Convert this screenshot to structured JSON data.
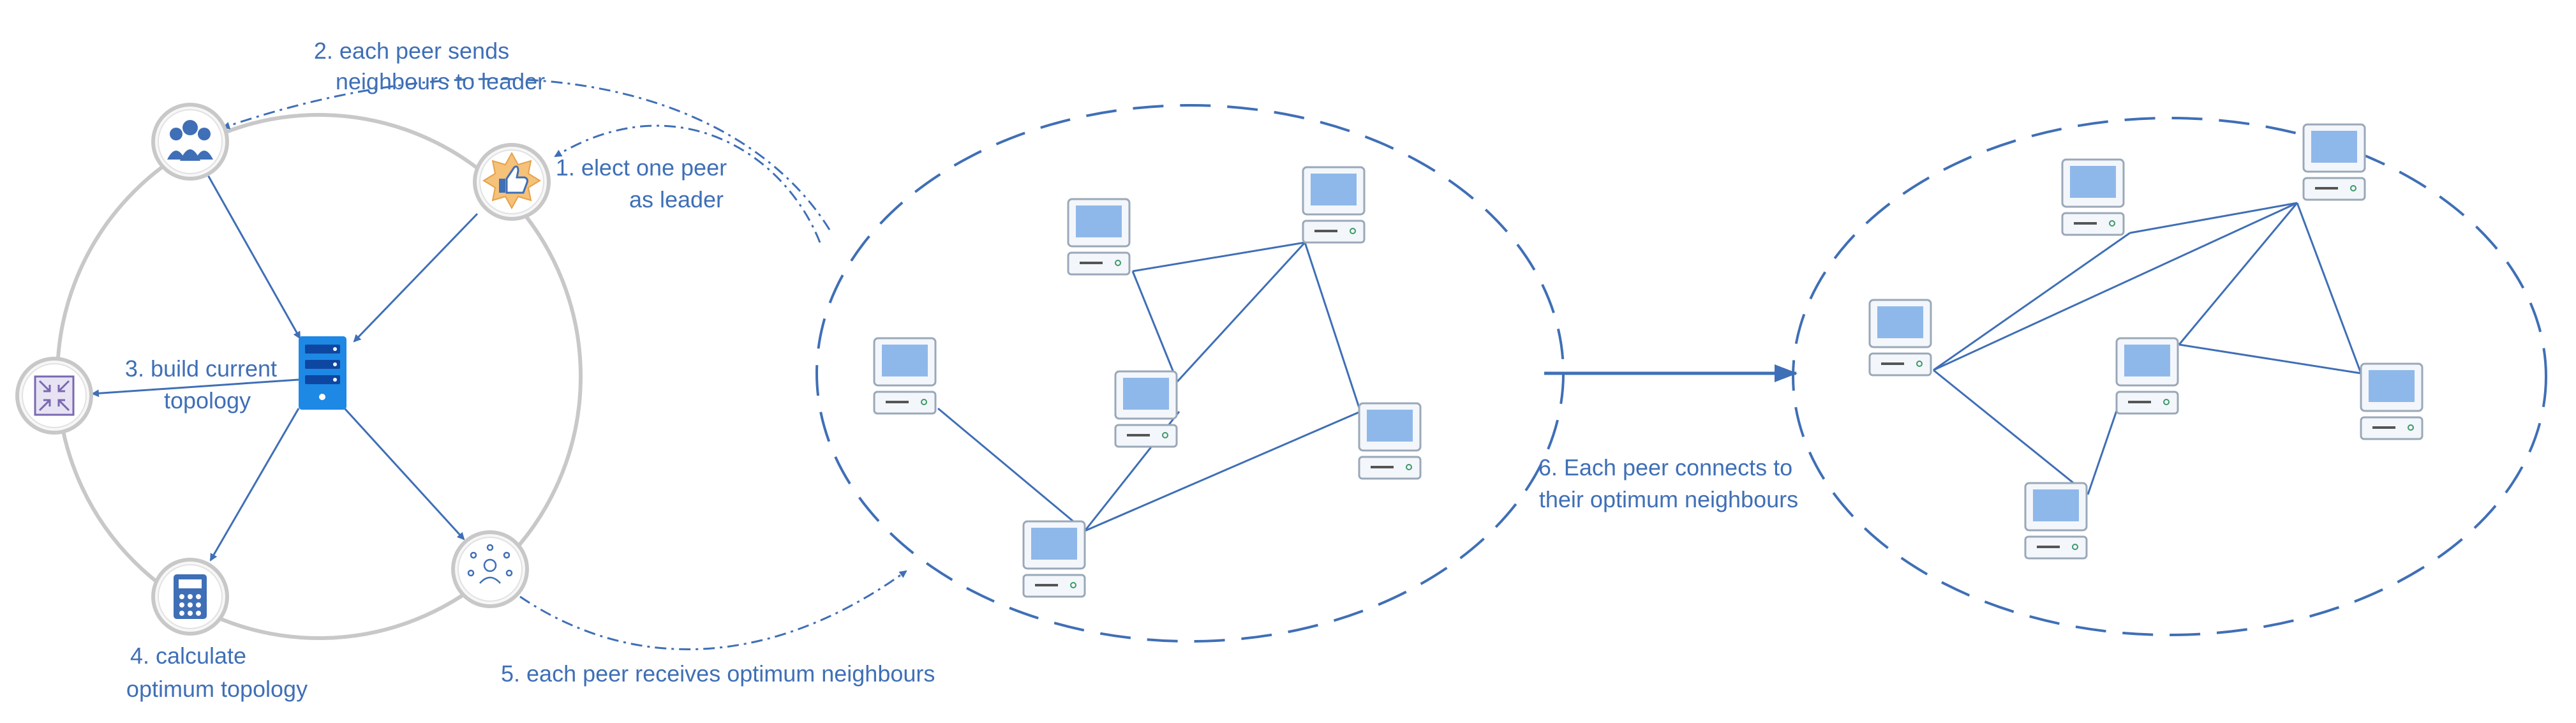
{
  "steps": {
    "step1": [
      "1. elect one peer",
      "as leader"
    ],
    "step2": [
      "2. each peer sends",
      "neighbours to leader"
    ],
    "step3": [
      "3. build current",
      "topology"
    ],
    "step4": [
      "4. calculate",
      "optimum topology"
    ],
    "step5": [
      "5. each peer receives optimum neighbours"
    ],
    "step6": [
      "6. Each peer connects to",
      "their optimum neighbours"
    ]
  },
  "icons": {
    "leader_server": "server-icon",
    "peers_group": "users-group-icon",
    "elect": "thumbs-up-badge-icon",
    "topology": "shrink-arrows-icon",
    "calculator": "calculator-icon",
    "network_person": "network-person-icon",
    "peer": "computer-icon"
  },
  "colors": {
    "accent": "#3f6fb6",
    "ring": "#c8c8c8",
    "screen": "#8fb8ea",
    "server": "#1e88e5"
  }
}
